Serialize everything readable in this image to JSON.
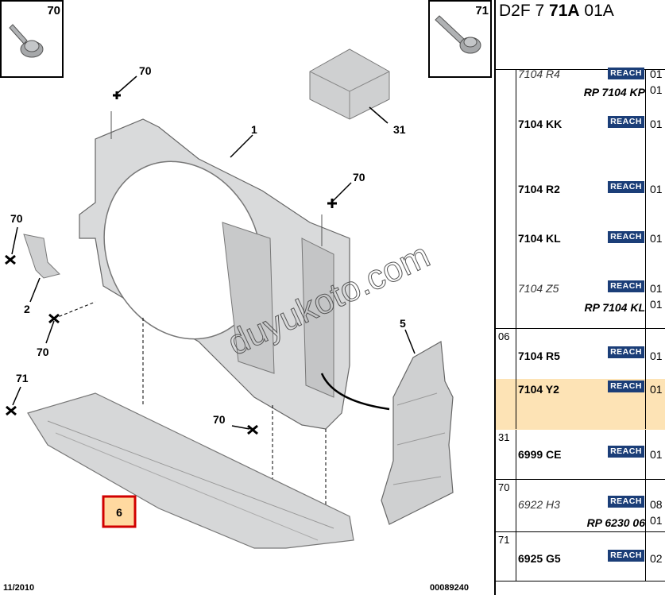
{
  "header": {
    "prefix": "D2F 7 ",
    "bold": "71A",
    "suffix": " 01A"
  },
  "diagram": {
    "callouts": {
      "c70a": "70",
      "c71a": "71",
      "c70b": "70",
      "c31": "31",
      "c1": "1",
      "c70c": "70",
      "c70d": "70",
      "c2": "2",
      "c70e": "70",
      "c5": "5",
      "c71b": "71",
      "c70f": "70",
      "c6": "6"
    },
    "date": "11/2010",
    "code": "00089240",
    "watermark": "duyukoto.com",
    "colors": {
      "part_fill": "#d9dadb",
      "highlight_box": "#ffd9a0",
      "highlight_border": "#d10000"
    }
  },
  "table": {
    "reach_label": "REACH",
    "groups": [
      {
        "num": "",
        "rows": [
          {
            "ref": "7104 R4",
            "italic": true,
            "qty": "01"
          },
          {
            "rp": "RP 7104 KP",
            "qty": "01"
          },
          {
            "ref": "7104 KK",
            "qty": "01"
          },
          {
            "ref": "7104 R2",
            "qty": "01"
          },
          {
            "ref": "7104 KL",
            "qty": "01"
          },
          {
            "ref": "7104 Z5",
            "italic": true,
            "qty": "01"
          },
          {
            "rp": "RP 7104 KL",
            "qty": "01"
          }
        ]
      },
      {
        "num": "06",
        "rows": [
          {
            "ref": "7104 R5",
            "qty": "01"
          },
          {
            "ref": "7104 Y2",
            "qty": "01"
          }
        ]
      },
      {
        "num": "31",
        "rows": [
          {
            "ref": "6999 CE",
            "qty": "01"
          }
        ]
      },
      {
        "num": "70",
        "rows": [
          {
            "ref": "6922 H3",
            "italic": true,
            "qty": "08"
          },
          {
            "rp": "RP 6230 06",
            "qty": "01"
          }
        ]
      },
      {
        "num": "71",
        "rows": [
          {
            "ref": "6925 G5",
            "qty": "02"
          }
        ]
      }
    ]
  }
}
